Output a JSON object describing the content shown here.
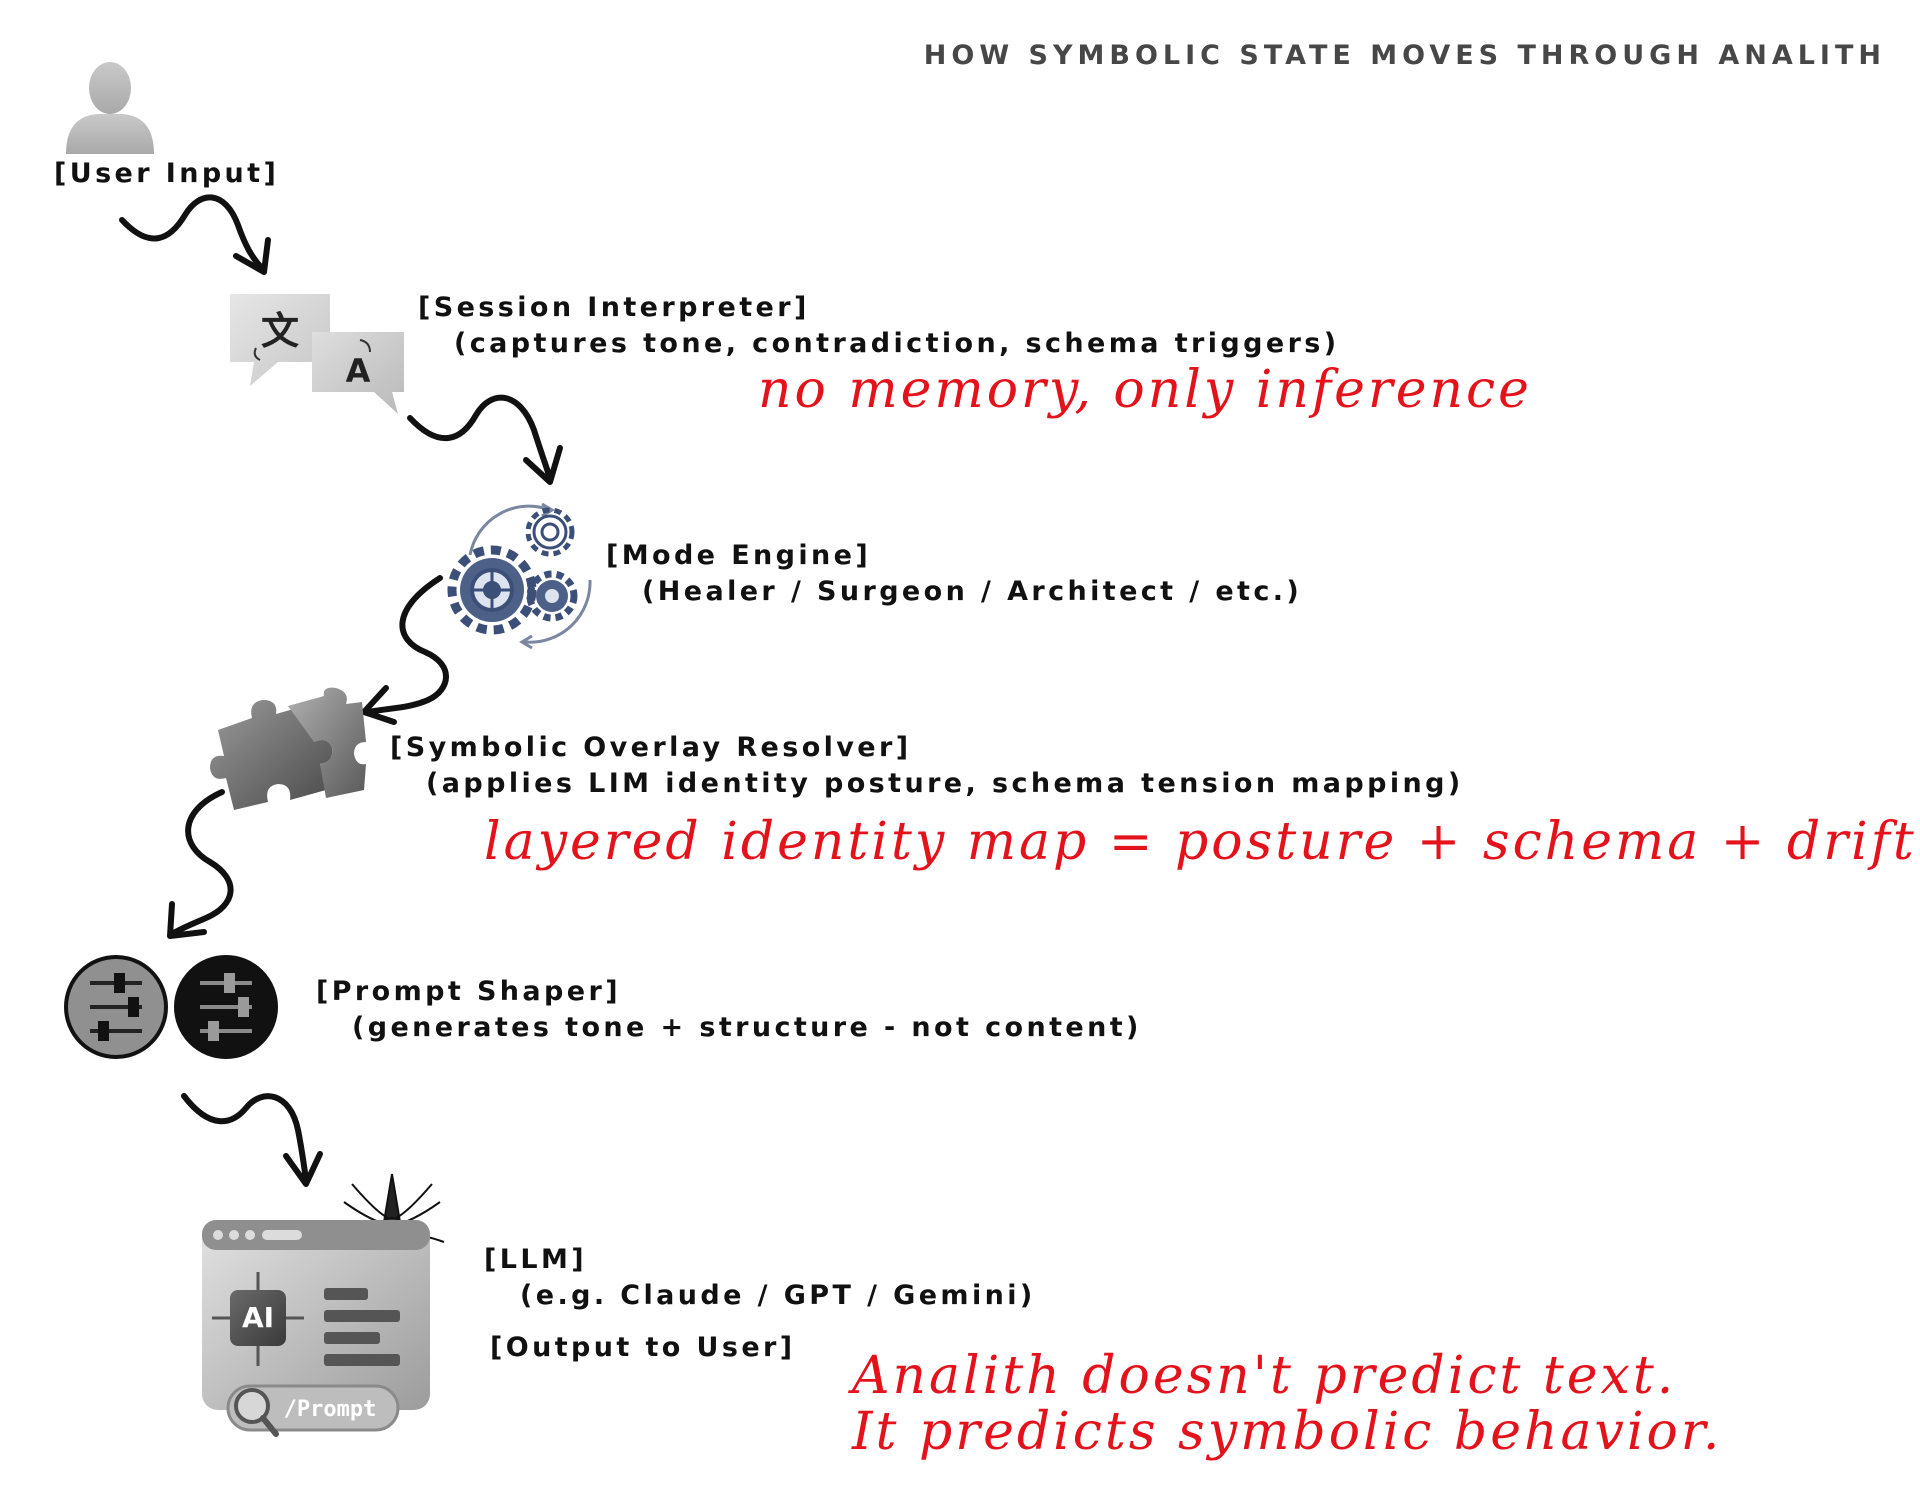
{
  "header": {
    "title": "HOW SYMBOLIC STATE MOVES THROUGH ANALITH"
  },
  "nodes": [
    {
      "id": "user-input",
      "title": "[User Input]",
      "description": "",
      "icon": "user-avatar-icon"
    },
    {
      "id": "session-interpreter",
      "title": "[Session Interpreter]",
      "description": "(captures tone, contradiction, schema triggers)",
      "icon": "translate-icon"
    },
    {
      "id": "mode-engine",
      "title": "[Mode Engine]",
      "description": "(Healer / Surgeon / Architect / etc.)",
      "icon": "gears-icon"
    },
    {
      "id": "symbolic-overlay-resolver",
      "title": "[Symbolic Overlay Resolver]",
      "description": "(applies LIM identity posture, schema tension mapping)",
      "icon": "puzzle-icon"
    },
    {
      "id": "prompt-shaper",
      "title": "[Prompt Shaper]",
      "description": "(generates tone + structure - not content)",
      "icon": "sliders-icon"
    },
    {
      "id": "llm",
      "title": "[LLM]",
      "description": "(e.g. Claude / GPT / Gemini)",
      "icon": "ai-window-icon"
    },
    {
      "id": "output",
      "title": "[Output to User]",
      "description": "",
      "icon": ""
    }
  ],
  "icons": {
    "ai_chip_label": "AI",
    "prompt_search_label": "/Prompt",
    "translate_glyph_1": "文",
    "translate_glyph_2": "A"
  },
  "annotations": {
    "session": "no memory, only inference",
    "overlay": "layered identity map = posture + schema + drift",
    "closing_line_1": "Analith doesn't predict text.",
    "closing_line_2": "It predicts symbolic behavior."
  },
  "colors": {
    "text": "#111111",
    "header": "#474747",
    "annotation": "#e3121b",
    "gear_blue": "#3c4f78",
    "icon_gray": "#9a9a9a"
  }
}
